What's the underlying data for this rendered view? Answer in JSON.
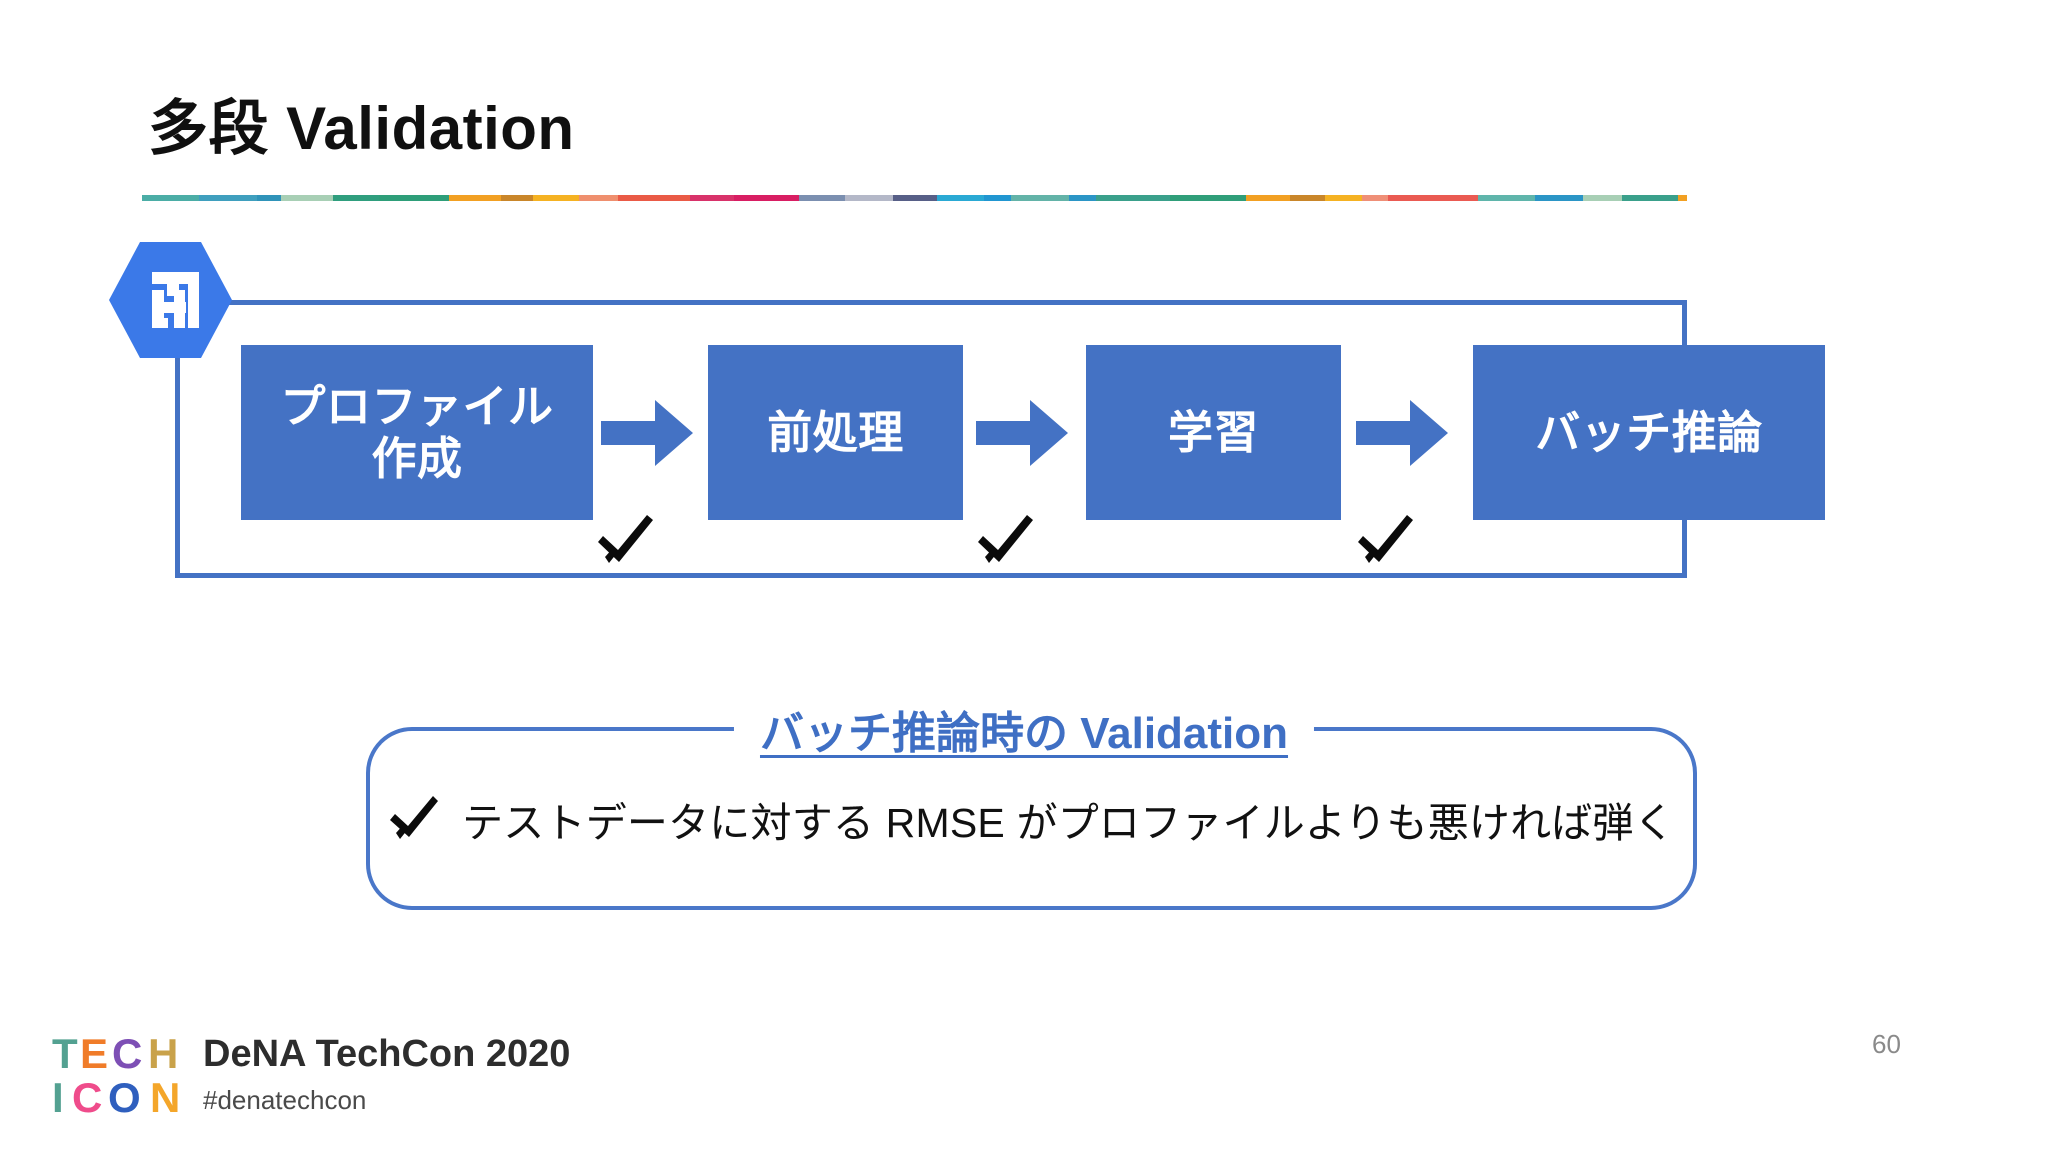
{
  "slide": {
    "title": "多段 Validation",
    "page_number": "60",
    "accent_color": "#4472c4",
    "title_color": "#101010"
  },
  "divider": {
    "segments": [
      {
        "color": "#4bada6",
        "width": 62
      },
      {
        "color": "#3f9fbe",
        "width": 63
      },
      {
        "color": "#2f93b9",
        "width": 26
      },
      {
        "color": "#a8cfb5",
        "width": 56
      },
      {
        "color": "#2f9e7e",
        "width": 50
      },
      {
        "color": "#2e9e79",
        "width": 76
      },
      {
        "color": "#f2a022",
        "width": 56
      },
      {
        "color": "#c9862a",
        "width": 35
      },
      {
        "color": "#f5b222",
        "width": 50
      },
      {
        "color": "#ef8f6e",
        "width": 42
      },
      {
        "color": "#ea5a46",
        "width": 78
      },
      {
        "color": "#d8326a",
        "width": 48
      },
      {
        "color": "#d81e63",
        "width": 70
      },
      {
        "color": "#7b8fb0",
        "width": 50
      },
      {
        "color": "#b4b8c8",
        "width": 52
      },
      {
        "color": "#575f87",
        "width": 48
      },
      {
        "color": "#2aa9d4",
        "width": 50
      },
      {
        "color": "#2196d1",
        "width": 30
      },
      {
        "color": "#63b3a8",
        "width": 62
      },
      {
        "color": "#2b95c6",
        "width": 30
      },
      {
        "color": "#3aa08b",
        "width": 80
      },
      {
        "color": "#2f9e79",
        "width": 82
      },
      {
        "color": "#f2a022",
        "width": 48
      },
      {
        "color": "#c9862a",
        "width": 38
      },
      {
        "color": "#f5b222",
        "width": 40
      },
      {
        "color": "#ef8f77",
        "width": 28
      },
      {
        "color": "#ea5a52",
        "width": 98
      },
      {
        "color": "#5fb5ab",
        "width": 62
      },
      {
        "color": "#2b95c6",
        "width": 52
      },
      {
        "color": "#a8cfb5",
        "width": 42
      },
      {
        "color": "#3aa08b",
        "width": 60
      },
      {
        "color": "#f2a022",
        "width": 10
      }
    ]
  },
  "pipeline": {
    "badge_icon": "gcp-pipeline-hexagon-icon",
    "badge_color": "#3b79e8",
    "stages": [
      {
        "id": "profile-creation",
        "label": "プロファイル\n作成"
      },
      {
        "id": "preprocessing",
        "label": "前処理"
      },
      {
        "id": "training",
        "label": "学習"
      },
      {
        "id": "batch-inference",
        "label": "バッチ推論"
      }
    ],
    "arrows": [
      "arrow-right-icon",
      "arrow-right-icon",
      "arrow-right-icon"
    ],
    "gap_checks": [
      "check-icon",
      "check-icon",
      "check-icon"
    ]
  },
  "callout": {
    "title": "バッチ推論時の Validation",
    "check_icon": "check-icon",
    "text": "テストデータに対する RMSE がプロファイルよりも悪ければ弾く",
    "title_color": "#3f6fc4",
    "border_color": "#4a77c9"
  },
  "footer": {
    "logo_icon": "techcon-logo",
    "logo_letters": [
      {
        "char": "T",
        "color": "#53a191"
      },
      {
        "char": "E",
        "color": "#f07c29"
      },
      {
        "char": "C",
        "color": "#7d4fb5"
      },
      {
        "char": "H",
        "color": "#c9a24a"
      },
      {
        "char": "I",
        "color": "#53a191"
      },
      {
        "char": "C",
        "color": "#ef4c8b"
      },
      {
        "char": "O",
        "color": "#2f5fbe"
      },
      {
        "char": "N",
        "color": "#f4a62a"
      }
    ],
    "title": "DeNA TechCon 2020",
    "hashtag": "#denatechcon"
  }
}
